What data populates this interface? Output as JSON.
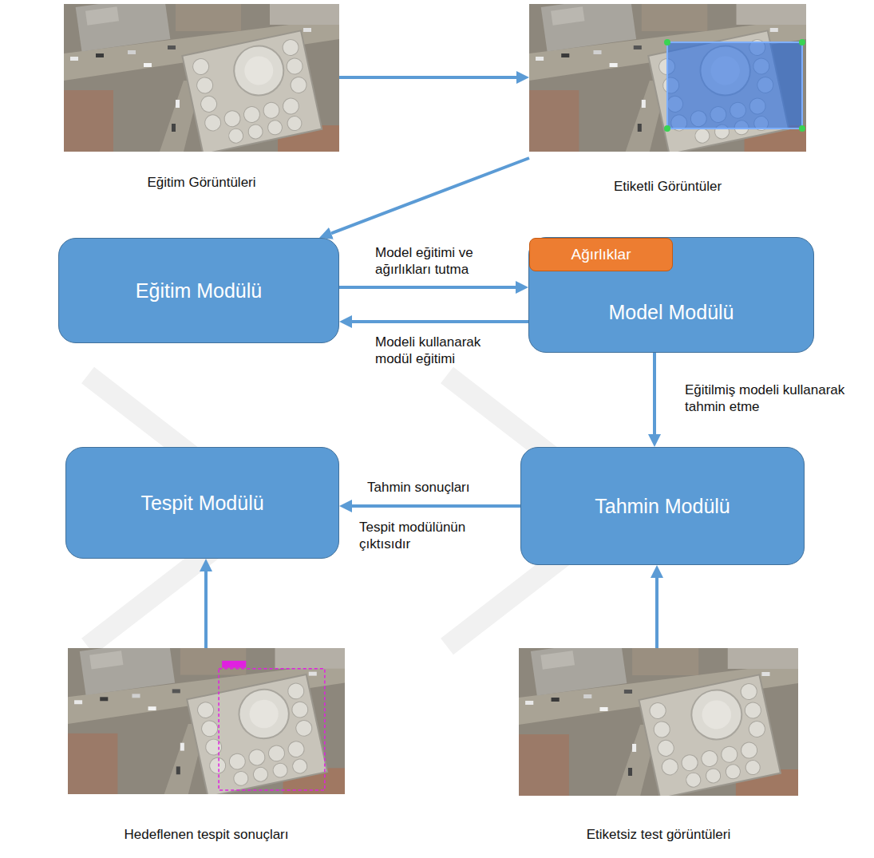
{
  "diagram": {
    "nodes": [
      {
        "text": [
          "Eğitim Görüntüleri"
        ]
      },
      {
        "text": [
          "Etiketli Görüntüler"
        ]
      },
      {
        "text": [
          "Eğitim Modülü"
        ]
      },
      {
        "text": [
          "Model Modülü"
        ]
      },
      {
        "text": [
          "Ağırlıklar"
        ],
        "in": 3
      },
      {
        "text": [
          "Tespit Modülü"
        ]
      },
      {
        "text": [
          "Tahmin Modülü"
        ]
      },
      {
        "text": [
          "Hedeflenen tespit sonuçları"
        ]
      },
      {
        "text": [
          "Etiketsiz test görüntüleri"
        ]
      }
    ],
    "edges": [
      {
        "from": 0,
        "to": 1,
        "arrow": "to"
      },
      {
        "from": 1,
        "to": 2,
        "arrow": "to"
      },
      {
        "from": 2,
        "to": 3,
        "arrow": "to",
        "label": "Model eğitimi ve ağırlıkları tutma"
      },
      {
        "from": 3,
        "to": 2,
        "arrow": "to",
        "label": "Modeli kullanarak modül eğitimi"
      },
      {
        "from": 3,
        "to": 6,
        "arrow": "to",
        "label": "Eğitilmiş modeli kullanarak tahmin etme"
      },
      {
        "from": 6,
        "to": 5,
        "arrow": "to",
        "label": "Tahmin sonuçları"
      },
      {
        "from": 7,
        "to": 5,
        "arrow": "to"
      },
      {
        "from": 8,
        "to": 6,
        "arrow": "to"
      }
    ],
    "labels": [
      "Tespit modülünün çıktısıdır"
    ]
  }
}
